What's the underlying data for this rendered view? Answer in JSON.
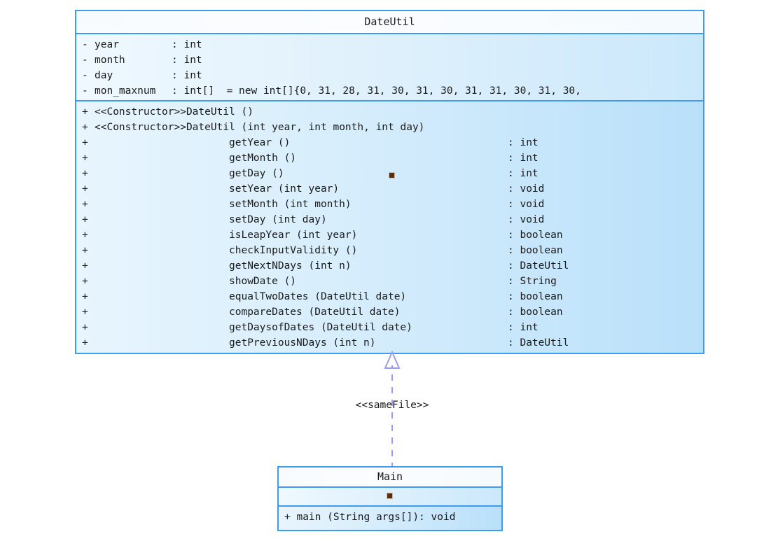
{
  "diagram": {
    "type": "uml-class-diagram",
    "colors": {
      "border": "#3d9bf0",
      "title_fill": "#fafcfe",
      "attr_fill": "#dcf0fc",
      "method_fill": "#cfe9fb",
      "connector": "#9d9ded",
      "marker": "#5a2d0c",
      "text": "#1a1a1a"
    }
  },
  "date_util": {
    "name": "DateUtil",
    "attributes": [
      {
        "visibility": "-",
        "name": "year",
        "type": ": int"
      },
      {
        "visibility": "-",
        "name": "month",
        "type": ": int"
      },
      {
        "visibility": "-",
        "name": "day",
        "type": ": int"
      },
      {
        "visibility": "-",
        "name": "mon_maxnum",
        "type": ": int[]  = new int[]{0, 31, 28, 31, 30, 31, 30, 31, 31, 30, 31, 30,"
      }
    ],
    "methods": [
      {
        "visibility": "+",
        "signature": "<<Constructor>>DateUtil ()",
        "return": "",
        "ctor": true
      },
      {
        "visibility": "+",
        "signature": "<<Constructor>>DateUtil (int year, int month, int day)",
        "return": "",
        "ctor": true
      },
      {
        "visibility": "+",
        "signature": "getYear ()",
        "return": ": int",
        "ctor": false
      },
      {
        "visibility": "+",
        "signature": "getMonth ()",
        "return": ": int",
        "ctor": false
      },
      {
        "visibility": "+",
        "signature": "getDay ()",
        "return": ": int",
        "ctor": false
      },
      {
        "visibility": "+",
        "signature": "setYear (int year)",
        "return": ": void",
        "ctor": false
      },
      {
        "visibility": "+",
        "signature": "setMonth (int month)",
        "return": ": void",
        "ctor": false
      },
      {
        "visibility": "+",
        "signature": "setDay (int day)",
        "return": ": void",
        "ctor": false
      },
      {
        "visibility": "+",
        "signature": "isLeapYear (int year)",
        "return": ": boolean",
        "ctor": false
      },
      {
        "visibility": "+",
        "signature": "checkInputValidity ()",
        "return": ": boolean",
        "ctor": false
      },
      {
        "visibility": "+",
        "signature": "getNextNDays (int n)",
        "return": ": DateUtil",
        "ctor": false
      },
      {
        "visibility": "+",
        "signature": "showDate ()",
        "return": ": String",
        "ctor": false
      },
      {
        "visibility": "+",
        "signature": "equalTwoDates (DateUtil date)",
        "return": ": boolean",
        "ctor": false
      },
      {
        "visibility": "+",
        "signature": "compareDates (DateUtil date)",
        "return": ": boolean",
        "ctor": false
      },
      {
        "visibility": "+",
        "signature": "getDaysofDates (DateUtil date)",
        "return": ": int",
        "ctor": false
      },
      {
        "visibility": "+",
        "signature": "getPreviousNDays (int n)",
        "return": ": DateUtil",
        "ctor": false
      }
    ]
  },
  "relationship": {
    "stereotype": "<<sameFile>>",
    "style": "dashed",
    "arrow": "hollow-triangle",
    "from": "Main",
    "to": "DateUtil"
  },
  "main_class": {
    "name": "Main",
    "attributes": [],
    "methods": [
      {
        "text": "+ main (String args[]): void"
      }
    ]
  }
}
